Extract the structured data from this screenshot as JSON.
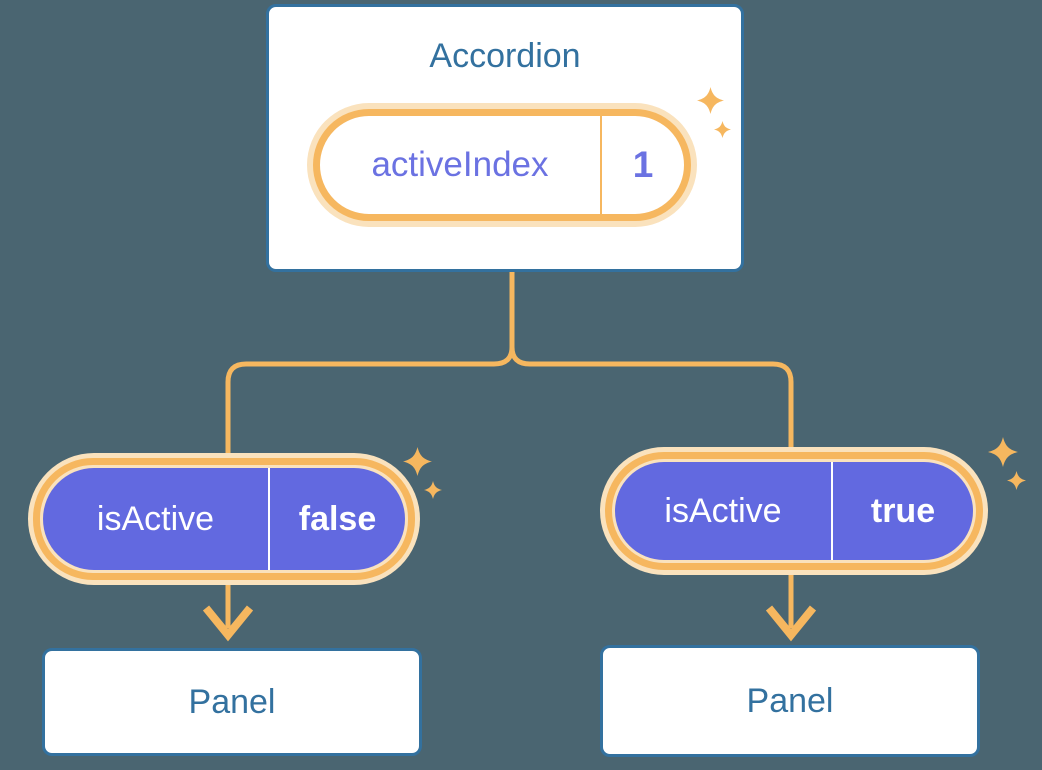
{
  "diagram": {
    "colors": {
      "background": "#4A6571",
      "card_border": "#33719F",
      "card_text": "#33719F",
      "accent_orange": "#F6B75F",
      "halo_orange": "#FAE2BD",
      "pill_purple": "#6269E0",
      "label_purple": "#6B72E2",
      "white": "#FFFFFF"
    },
    "root": {
      "title": "Accordion",
      "state": {
        "name": "activeIndex",
        "value": "1"
      }
    },
    "children": [
      {
        "prop": {
          "name": "isActive",
          "value": "false"
        },
        "target": "Panel"
      },
      {
        "prop": {
          "name": "isActive",
          "value": "true"
        },
        "target": "Panel"
      }
    ],
    "icons": {
      "sparkle": "four-point-star"
    }
  }
}
